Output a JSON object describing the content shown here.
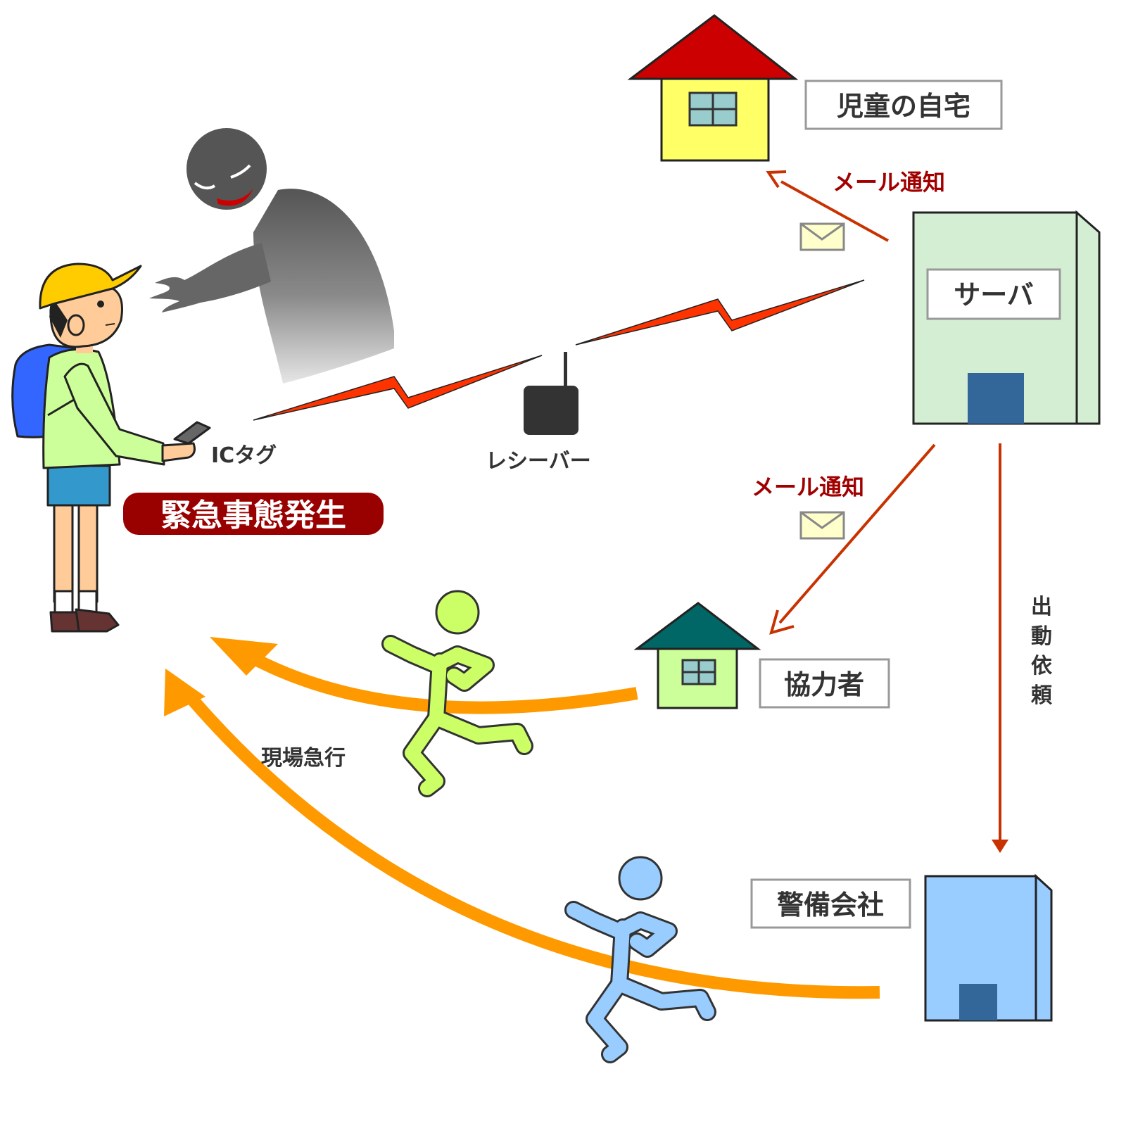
{
  "labels": {
    "home": "児童の自宅",
    "server": "サーバ",
    "cooperator": "協力者",
    "security_company": "警備会社",
    "mail_notice_1": "メール通知",
    "mail_notice_2": "メール通知",
    "ic_tag": "ICタグ",
    "receiver": "レシーバー",
    "emergency": "緊急事態発生",
    "rush_to_scene": "現場急行",
    "dispatch_request": [
      "出",
      "動",
      "依",
      "頼"
    ]
  },
  "colors": {
    "arrow_red": "#c83200",
    "rush_orange": "#ff9900",
    "lightning": "#ff3300",
    "emergency_bg": "#990000",
    "label_border": "#999999",
    "home_roof": "#cc0000",
    "home_wall": "#ffff66",
    "cooperator_roof": "#006666",
    "cooperator_wall": "#ccff99",
    "server_wall": "#d4eed4",
    "security_wall": "#99ccff",
    "door": "#336699",
    "runner_green": "#ccff66",
    "runner_blue": "#99ccff"
  },
  "icons": [
    "house-icon",
    "server-building-icon",
    "security-building-icon",
    "envelope-icon",
    "receiver-icon",
    "runner-icon",
    "child-icon",
    "suspicious-person-icon"
  ]
}
